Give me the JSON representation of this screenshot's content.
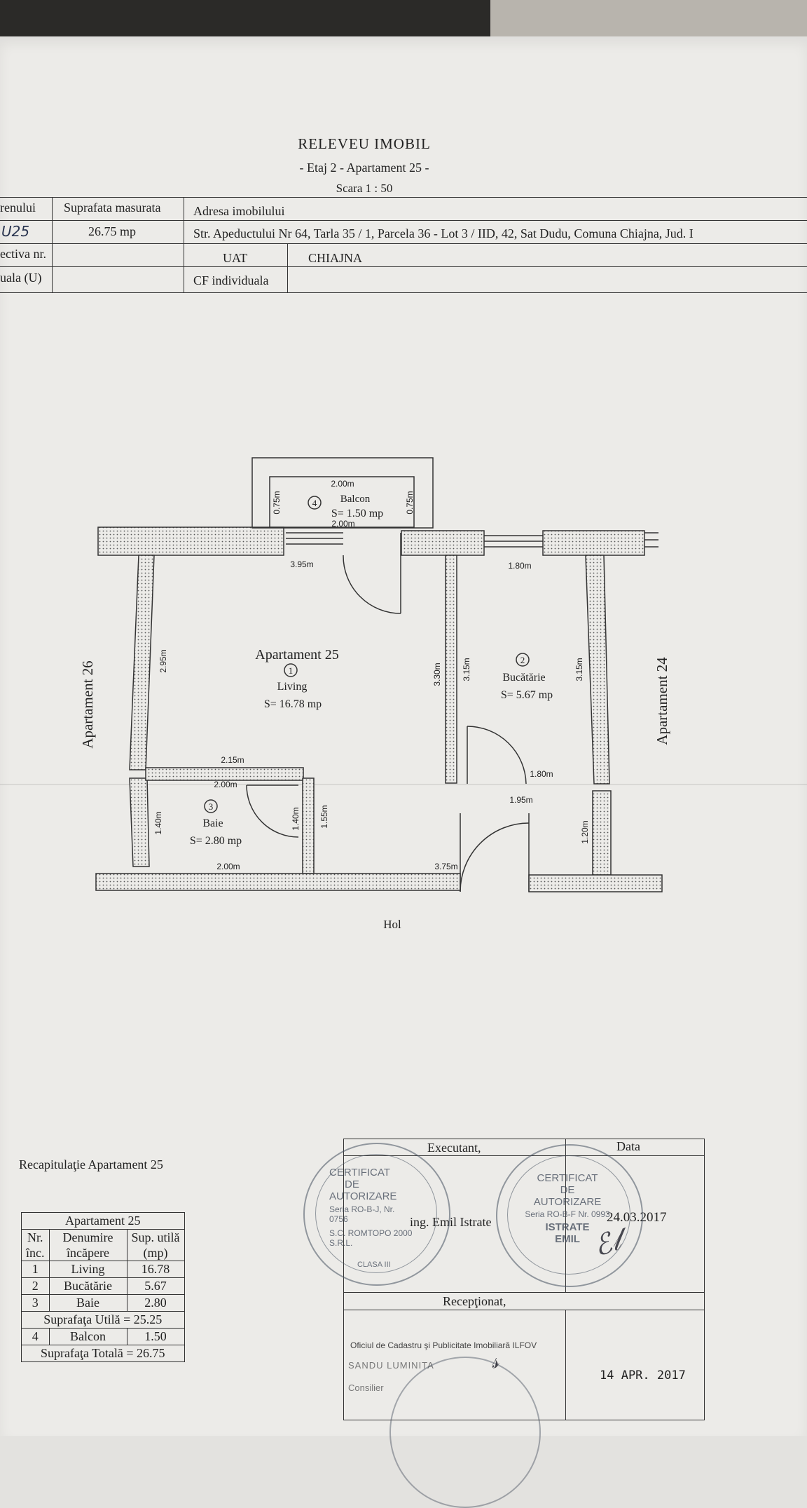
{
  "header": {
    "title": "RELEVEU IMOBIL",
    "subtitle": "- Etaj 2 - Apartament 25 -",
    "scale": "Scara 1 : 50"
  },
  "info_table": {
    "col1_header": "renului",
    "col2_header": "Suprafata masurata",
    "col3_header": "Adresa imobilului",
    "handwritten_value": "U25",
    "area_value": "26.75  mp",
    "address": "Str. Apeductului Nr 64, Tarla 35 / 1, Parcela 36 - Lot 3 / IID, 42, Sat Dudu, Comuna Chiajna, Jud. I",
    "row2_label": "ectiva nr.",
    "uat_label": "UAT",
    "uat_value": "CHIAJNA",
    "row3_label": "uala (U)",
    "cf_label": "CF individuala"
  },
  "plan": {
    "apartment_title": "Apartament 25",
    "left_neighbor": "Apartament 26",
    "right_neighbor": "Apartament 24",
    "hall": "Hol",
    "rooms": [
      {
        "num": "1",
        "name": "Living",
        "area": "S= 16.78 mp"
      },
      {
        "num": "2",
        "name": "Bucătărie",
        "area": "S= 5.67 mp"
      },
      {
        "num": "3",
        "name": "Baie",
        "area": "S= 2.80 mp"
      },
      {
        "num": "4",
        "name": "Balcon",
        "area": "S= 1.50 mp"
      }
    ],
    "dims": {
      "balcony_top": "2.00m",
      "balcony_bottom": "2.00m",
      "balcony_left": "0.75m",
      "balcony_right": "0.75m",
      "living_top": "3.95m",
      "living_left": "2.95m",
      "living_right": "3.30m",
      "living_bottom": "2.15m",
      "kitchen_top": "1.80m",
      "kitchen_left": "3.15m",
      "kitchen_right": "3.15m",
      "kitchen_bottom": "1.80m",
      "bath_top": "2.00m",
      "bath_left": "1.40m",
      "bath_right": "1.40m",
      "bath_bottom": "2.00m",
      "hall_left": "1.55m",
      "hall_top": "1.95m",
      "hall_right": "1.20m",
      "hall_bottom": "3.75m"
    }
  },
  "recap": {
    "title": "Recapitulaţie Apartament 25",
    "table_title": "Apartament 25",
    "col_nr_1": "Nr.",
    "col_nr_2": "înc.",
    "col_name_1": "Denumire",
    "col_name_2": "încăpere",
    "col_area_1": "Sup. utilă",
    "col_area_2": "(mp)",
    "rows": [
      {
        "nr": "1",
        "name": "Living",
        "area": "16.78"
      },
      {
        "nr": "2",
        "name": "Bucătărie",
        "area": "5.67"
      },
      {
        "nr": "3",
        "name": "Baie",
        "area": "2.80"
      }
    ],
    "useful_total": "Suprafaţa Utilă = 25.25",
    "balcony_row": {
      "nr": "4",
      "name": "Balcon",
      "area": "1.50"
    },
    "grand_total": "Suprafaţa Totală = 26.75"
  },
  "signature_box": {
    "executant_label": "Executant,",
    "date_label": "Data",
    "executant_name": "ing. Emil Istrate",
    "date_value": "24.03.2017",
    "receptionat_label": "Recepţionat,",
    "office_text": "Oficiul de Cadastru şi Publicitate Imobiliară ILFOV",
    "officer_name": "SANDU LUMINITA",
    "officer_title": "Consilier",
    "reception_date": "14 APR. 2017"
  },
  "stamps": {
    "left": {
      "l1": "CERTIFICAT",
      "l2": "DE",
      "l3": "AUTORIZARE",
      "l4": "Seria RO-B-J, Nr. 0756",
      "l5": "S.C. ROMTOPO 2000 S.R.L.",
      "l6": "CLASA III"
    },
    "right": {
      "l1": "CERTIFICAT",
      "l2": "DE",
      "l3": "AUTORIZARE",
      "l4": "Seria RO-B-F Nr. 0993",
      "l5": "ISTRATE",
      "l6": "EMIL"
    }
  }
}
